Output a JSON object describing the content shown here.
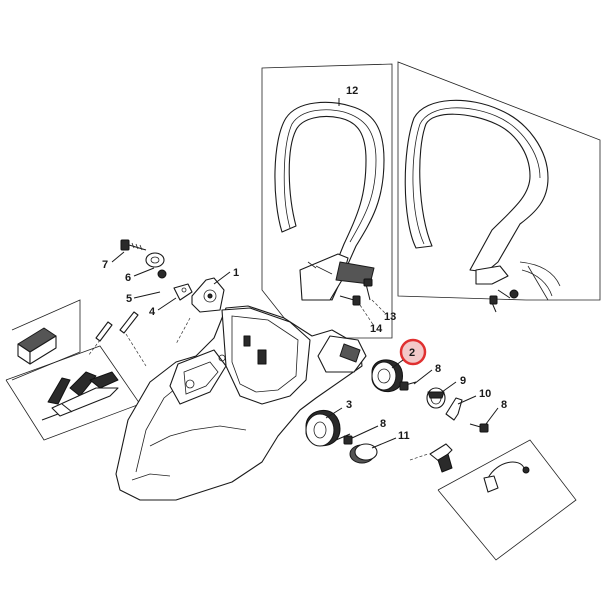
{
  "callouts": {
    "c1": "1",
    "c2": "2",
    "c3": "3",
    "c4": "4",
    "c5": "5",
    "c6": "6",
    "c7": "7",
    "c8a": "8",
    "c8b": "8",
    "c8c": "8",
    "c9": "9",
    "c10": "10",
    "c11": "11",
    "c12": "12",
    "c13": "13",
    "c14": "14"
  },
  "highlight": {
    "callout": "2",
    "color": "#e03030"
  }
}
